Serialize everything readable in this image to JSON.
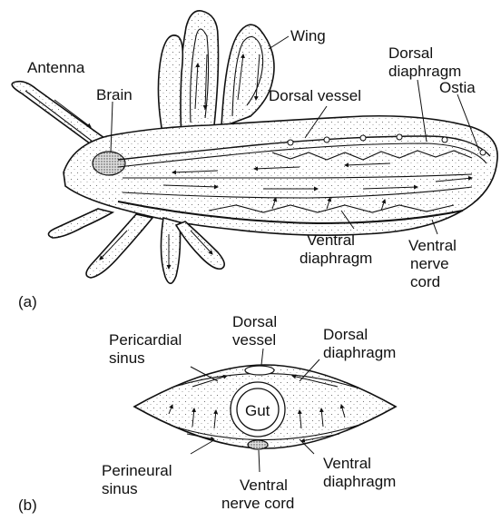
{
  "figure": {
    "panel_a": {
      "panel_label": "(a)",
      "labels": {
        "antenna": "Antenna",
        "brain": "Brain",
        "wing": "Wing",
        "dorsal_vessel": "Dorsal vessel",
        "dorsal_diaphragm_line1": "Dorsal",
        "dorsal_diaphragm_line2": "diaphragm",
        "ostia": "Ostia",
        "ventral_diaphragm_line1": "Ventral",
        "ventral_diaphragm_line2": "diaphragm",
        "ventral_nerve_cord_line1": "Ventral",
        "ventral_nerve_cord_line2": "nerve",
        "ventral_nerve_cord_line3": "cord"
      }
    },
    "panel_b": {
      "panel_label": "(b)",
      "labels": {
        "dorsal_vessel_line1": "Dorsal",
        "dorsal_vessel_line2": "vessel",
        "pericardial_sinus_line1": "Pericardial",
        "pericardial_sinus_line2": "sinus",
        "dorsal_diaphragm_line1": "Dorsal",
        "dorsal_diaphragm_line2": "diaphragm",
        "gut": "Gut",
        "perineural_sinus_line1": "Perineural",
        "perineural_sinus_line2": "sinus",
        "ventral_nerve_cord_line1": "Ventral",
        "ventral_nerve_cord_line2": "nerve cord",
        "ventral_diaphragm_line1": "Ventral",
        "ventral_diaphragm_line2": "diaphragm"
      }
    }
  }
}
